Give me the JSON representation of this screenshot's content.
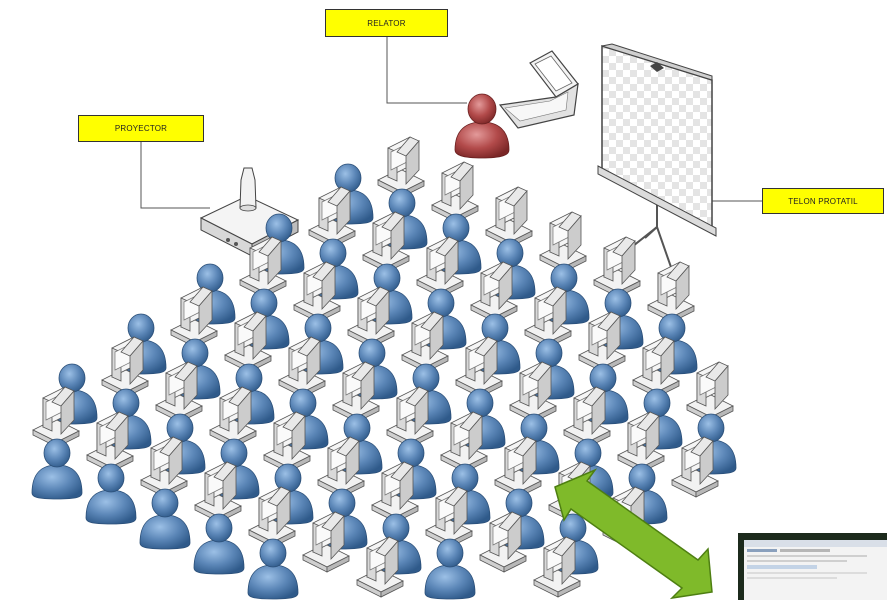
{
  "labels": {
    "relator": "RELATOR",
    "proyector": "PROYECTOR",
    "telon": "TELON PROTATIL"
  },
  "colors": {
    "label_fill": "#ffff00",
    "student_blue": "#5b86b7",
    "presenter_red": "#b24a4a",
    "arrow_green": "#7fba2a",
    "computer_gray": "#e6e6e6"
  },
  "icons": {
    "student": "person-icon",
    "computer": "desktop-computer-icon",
    "presenter": "person-icon",
    "laptop": "laptop-icon",
    "projector": "projector-icon",
    "screen": "projection-screen-icon",
    "arrow": "double-arrow-icon",
    "thumbnail": "screen-thumbnail"
  }
}
